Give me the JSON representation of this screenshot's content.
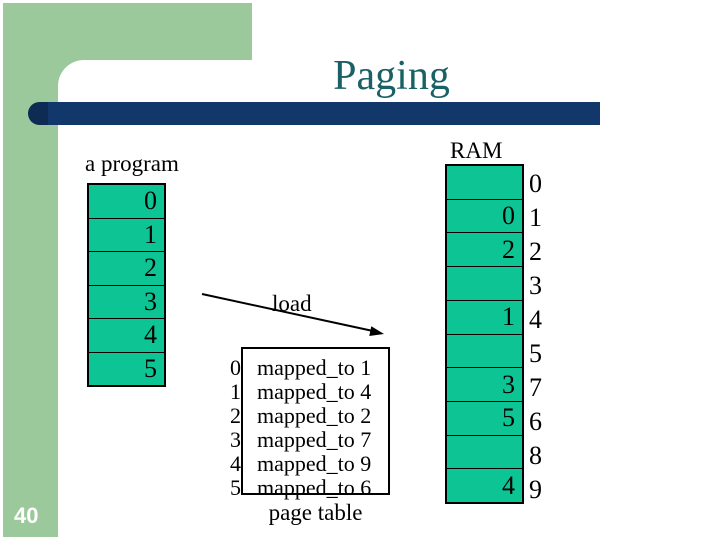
{
  "slide": {
    "title": "Paging",
    "page_number": "40"
  },
  "program": {
    "label": "a program",
    "pages": [
      "0",
      "1",
      "2",
      "3",
      "4",
      "5"
    ]
  },
  "load_arrow": {
    "label": "load"
  },
  "page_table": {
    "caption": "page table",
    "rows": [
      {
        "index": "0",
        "mapping": "mapped_to 1"
      },
      {
        "index": "1",
        "mapping": "mapped_to 4"
      },
      {
        "index": "2",
        "mapping": "mapped_to 2"
      },
      {
        "index": "3",
        "mapping": "mapped_to 7"
      },
      {
        "index": "4",
        "mapping": "mapped_to 9"
      },
      {
        "index": "5",
        "mapping": "mapped_to 6"
      }
    ]
  },
  "ram": {
    "label": "RAM",
    "frames": [
      {
        "content": "",
        "address": "0"
      },
      {
        "content": "0",
        "address": "1"
      },
      {
        "content": "2",
        "address": "2"
      },
      {
        "content": "",
        "address": "3"
      },
      {
        "content": "1",
        "address": "4"
      },
      {
        "content": "",
        "address": "5"
      },
      {
        "content": "3",
        "address": "7"
      },
      {
        "content": "5",
        "address": "6"
      },
      {
        "content": "",
        "address": "8"
      },
      {
        "content": "4",
        "address": "9"
      }
    ]
  },
  "colors": {
    "accent_navy": "#12386b",
    "title_teal": "#1a6166",
    "cell_green": "#0cc494",
    "sidebar_green": "#9cc99c"
  }
}
